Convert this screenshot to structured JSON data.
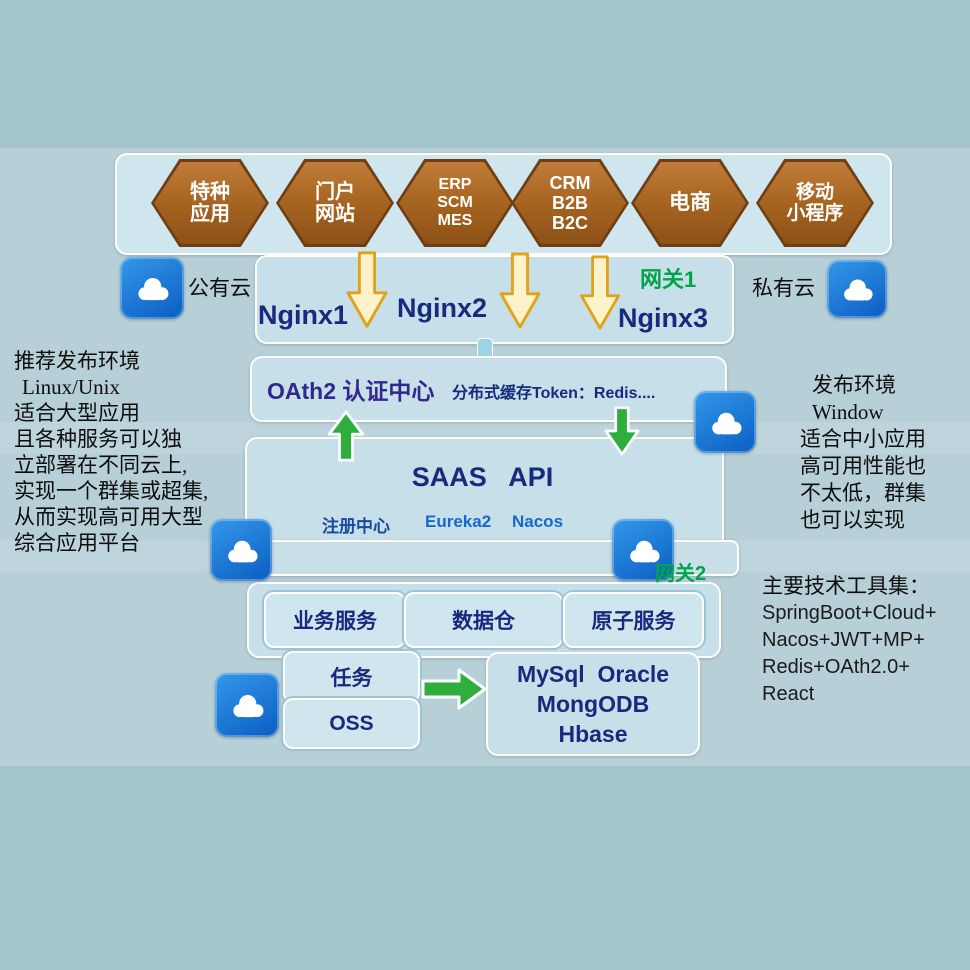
{
  "colors": {
    "background": "#a4c4cd",
    "panel": "#b7d0d8",
    "box_fill": "#c6dfe9",
    "hexagon_brown": "#a4621f",
    "cloud_blue": "#0a5dc2",
    "navy_text": "#182a7e",
    "green_text": "#00a44a",
    "arrow_yellow": "#e0a21b",
    "arrow_green": "#2fae3d"
  },
  "app_layer": {
    "hexagons": [
      {
        "name": "special-app",
        "lines": [
          "特种",
          "应用"
        ]
      },
      {
        "name": "portal-site",
        "lines": [
          "门户",
          "网站"
        ]
      },
      {
        "name": "erp-scm-mes",
        "lines": [
          "ERP",
          "SCM",
          "MES"
        ]
      },
      {
        "name": "crm-b2b-b2c",
        "lines": [
          "CRM",
          "B2B",
          "B2C"
        ]
      },
      {
        "name": "ecommerce",
        "lines": [
          "电商"
        ]
      },
      {
        "name": "mobile-miniprogram",
        "lines": [
          "移动",
          "小程序"
        ]
      }
    ]
  },
  "gateway1": {
    "label": "网关1",
    "nginx1": "Nginx1",
    "nginx2": "Nginx2",
    "nginx3": "Nginx3"
  },
  "cloud_labels": {
    "public": "公有云",
    "private": "私有云"
  },
  "auth": {
    "title": "OAth2 认证中心",
    "cache": "分布式缓存Token：Redis...."
  },
  "saas": {
    "title": "SAAS   API",
    "registry_label": "注册中心",
    "registry_items": [
      "Eureka2",
      "Nacos"
    ]
  },
  "gateway2": {
    "label": "网关2"
  },
  "service_layer": {
    "boxes": [
      "业务服务",
      "数据仓",
      "原子服务"
    ]
  },
  "storage_layer": {
    "task": "任务",
    "oss": "OSS",
    "database_lines": [
      "MySql  Oracle",
      "MongODB",
      "Hbase"
    ]
  },
  "left_note": {
    "lines": [
      "推荐发布环境",
      "Linux/Unix",
      "适合大型应用",
      "且各种服务可以独",
      "立部署在不同云上,",
      "实现一个群集或超集,",
      "从而实现高可用大型",
      "综合应用平台"
    ]
  },
  "right_note": {
    "lines": [
      "发布环境",
      "Window",
      "适合中小应用",
      "高可用性能也",
      "不太低，群集",
      "也可以实现"
    ]
  },
  "tools": {
    "title": "主要技术工具集：",
    "lines": [
      "SpringBoot+Cloud+",
      "Nacos+JWT+MP+",
      "Redis+OAth2.0+",
      "React"
    ]
  }
}
